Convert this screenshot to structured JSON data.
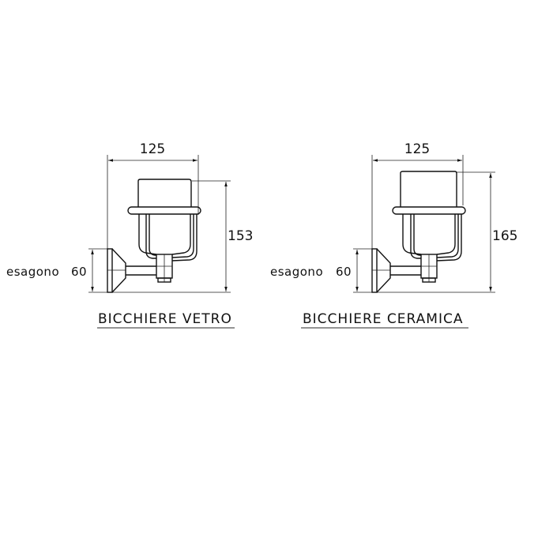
{
  "drawings": [
    {
      "id": "vetro",
      "title": "BICCHIERE VETRO",
      "width_dim": "125",
      "height_dim": "153",
      "hex_label": "esagono",
      "hex_dim": "60"
    },
    {
      "id": "ceramica",
      "title": "BICCHIERE CERAMICA",
      "width_dim": "125",
      "height_dim": "165",
      "hex_label": "esagono",
      "hex_dim": "60"
    }
  ],
  "colors": {
    "line": "#111111",
    "background": "#ffffff"
  }
}
